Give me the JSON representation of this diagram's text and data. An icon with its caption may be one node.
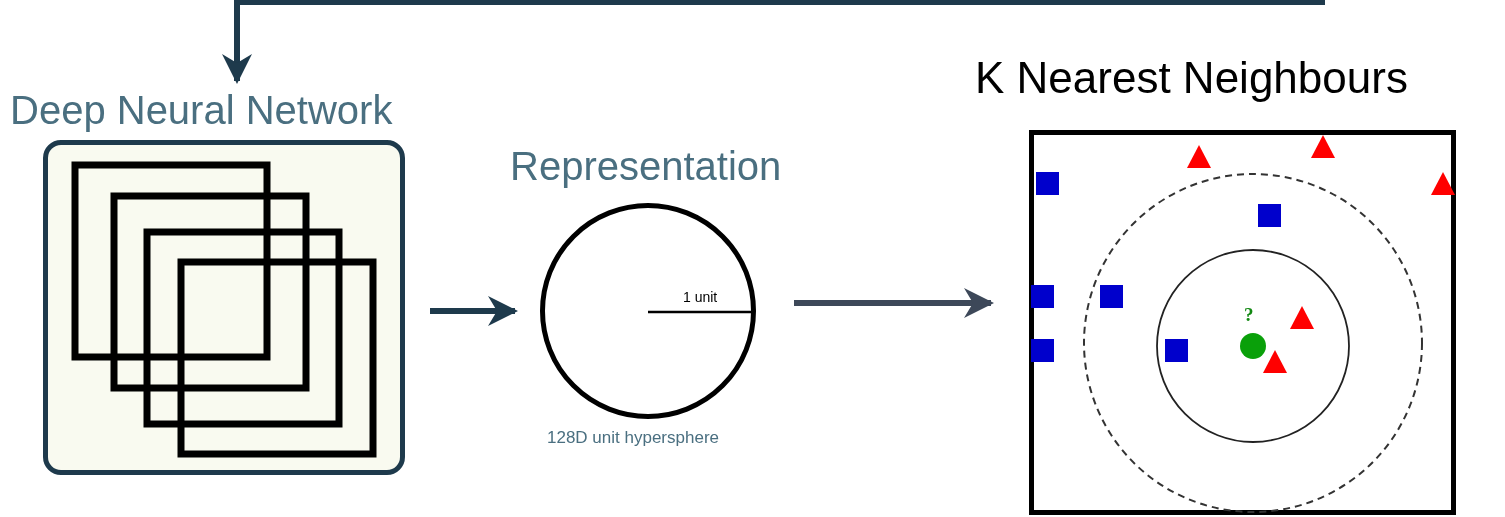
{
  "diagram": {
    "nodes": [
      {
        "text": [
          "Deep Neural Network"
        ]
      },
      {
        "text": [
          "Representation"
        ],
        "beside": [
          "128D unit hypersphere"
        ]
      },
      {
        "text": [
          "K Nearest Neighbours"
        ]
      }
    ],
    "edges": [
      {
        "from": null,
        "to": 0,
        "arrow": "to"
      },
      {
        "from": 0,
        "to": 1,
        "arrow": "to"
      },
      {
        "from": 1,
        "to": 2,
        "arrow": "to",
        "color": "#3d4859"
      }
    ],
    "labels": [
      "1 unit",
      "?"
    ]
  }
}
